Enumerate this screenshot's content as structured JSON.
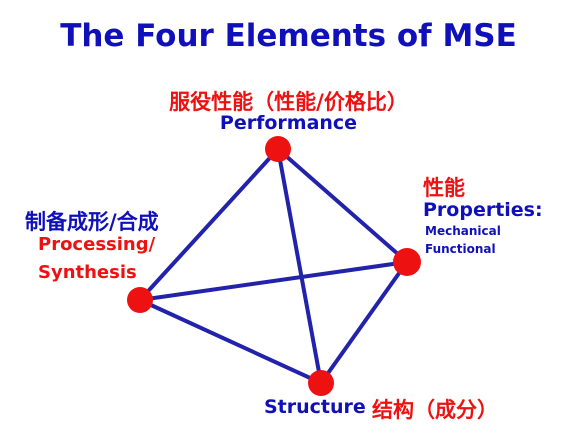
{
  "title": "The Four Elements of MSE",
  "performance": {
    "cn": "服役性能（性能/价格比）",
    "en": "Performance"
  },
  "properties": {
    "cn": "性能",
    "en": "Properties:",
    "sub1": "Mechanical",
    "sub2": "Functional"
  },
  "processing": {
    "cn": "制备成形/合成",
    "en_line1": "Processing/",
    "en_line2": "Synthesis"
  },
  "structure": {
    "en": "Structure",
    "cn": "结构（成分）"
  },
  "colors": {
    "blue": "#1010bb",
    "red": "#ee1111",
    "line": "#2222aa"
  }
}
